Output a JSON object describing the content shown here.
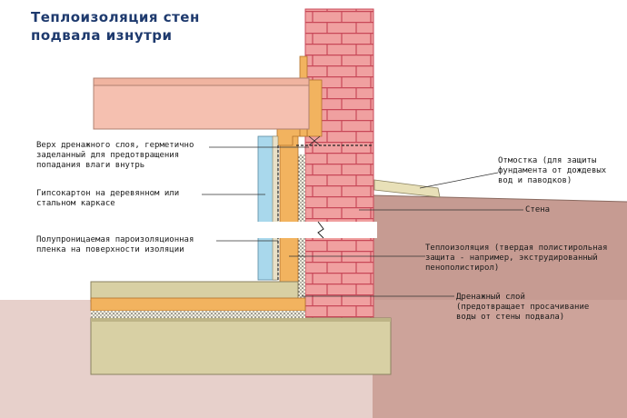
{
  "title": {
    "line1": "Теплоизоляция стен",
    "line2": "подвала изнутри"
  },
  "labels": {
    "drainage_top": "Верх дренажного слоя, герметично\nзаделанный для предотвращения\nпопадания влаги внутрь",
    "drywall": "Гипсокартон на деревянном или\nстальном каркасе",
    "vapor_film": "Полупроницаемая пароизоляционная\nпленка на поверхности изоляции",
    "blind_area": "Отмостка (для защиты\nфундамента от дождевых\nвод и паводков)",
    "wall": "Стена",
    "insulation": "Теплоизоляция (твердая полистирольная\nзащита - например, экструдированный\nпенополистирол)",
    "drainage_layer": "Дренажный слой\n(предотвращает просачивание\nводы от стены подвала)"
  },
  "colors": {
    "title": "#1e3a6e",
    "brick": "#f0a0a0",
    "mortar": "#c84858",
    "insulation": "#f2b35f",
    "drywall": "#a9d8ec",
    "ground": "#c69b92",
    "ground_light": "#d8b7ae",
    "slab": "#d8d0a4",
    "joist": "#f5c0b0",
    "leader": "#333333"
  }
}
